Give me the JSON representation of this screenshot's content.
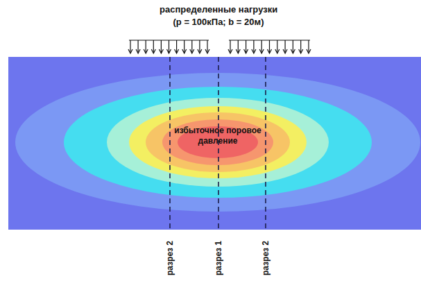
{
  "diagram": {
    "nodes": [
      {
        "text": [
          "избыточное поровое давление"
        ]
      }
    ],
    "labels": [
      "распределенные нагрузки",
      "(p = 100кПа; b = 20м)",
      "разрез 2",
      "разрез 1",
      "разрез 2"
    ]
  }
}
